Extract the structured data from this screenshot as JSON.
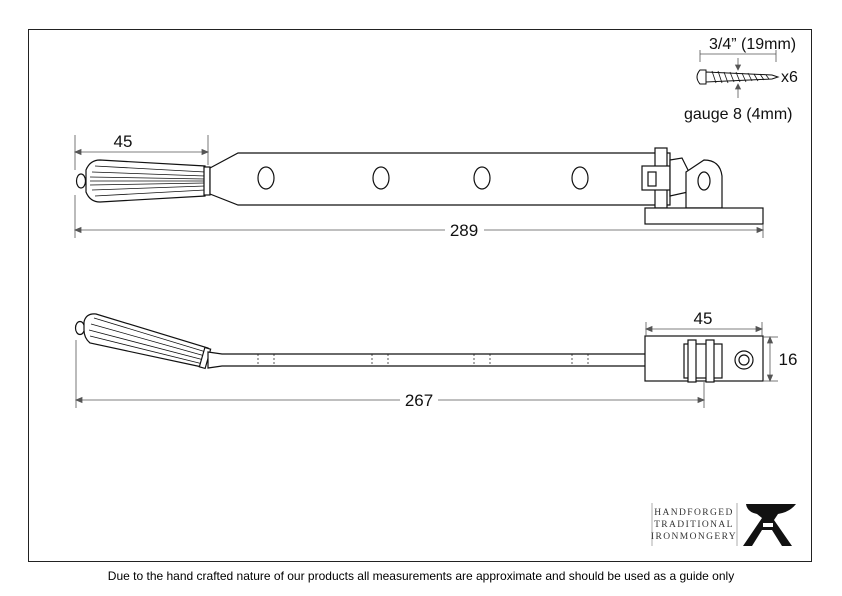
{
  "dimensions": {
    "top_handle_length": "45",
    "top_overall_length": "289",
    "side_bracket_width": "45",
    "side_bracket_height": "16",
    "side_arm_length": "267"
  },
  "screw": {
    "length": "3/4” (19mm)",
    "quantity": "x6",
    "gauge": "gauge 8 (4mm)"
  },
  "brand": {
    "line1": "HANDFORGED",
    "line2": "TRADITIONAL",
    "line3": "IRONMONGERY"
  },
  "disclaimer": "Due to the hand crafted nature of our products all measurements are approximate and should be used as a guide only"
}
